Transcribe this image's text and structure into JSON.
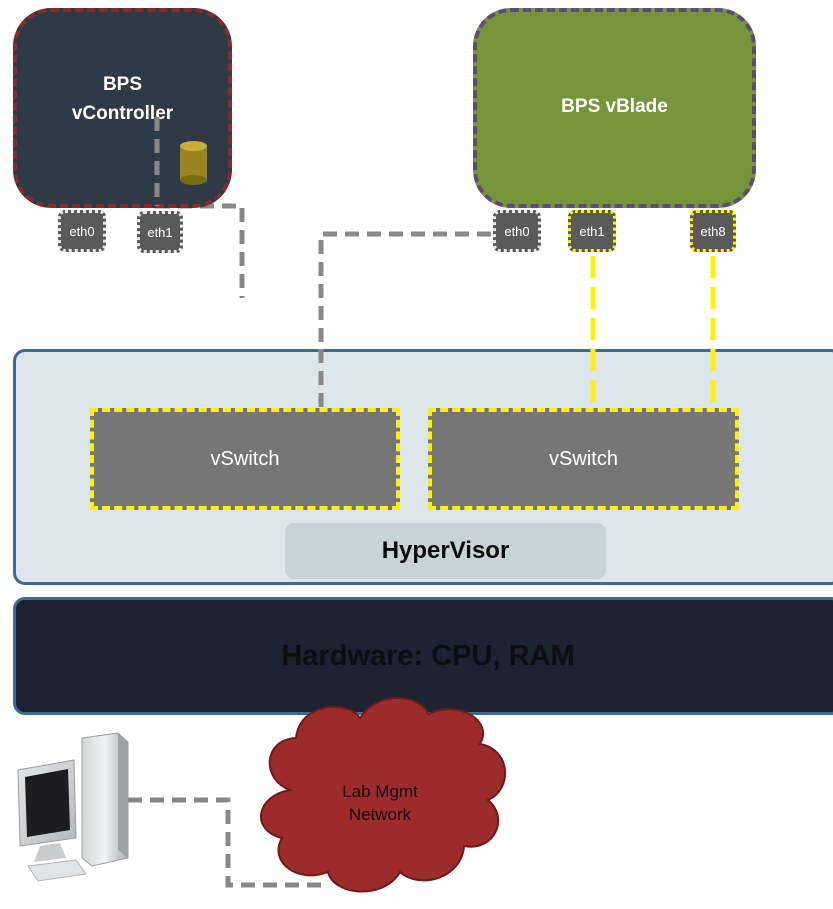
{
  "vcontroller": {
    "title": "BPS\nvController"
  },
  "vblade": {
    "title": "BPS vBlade"
  },
  "ports": {
    "vc_eth0": "eth0",
    "vc_eth1": "eth1",
    "vb_eth0": "eth0",
    "vb_eth1": "eth1",
    "vb_eth8": "eth8"
  },
  "hypervisor": {
    "label": "HyperVisor",
    "vswitches": [
      "vSwitch",
      "vSwitch"
    ]
  },
  "hardware": {
    "label": "Hardware: CPU, RAM"
  },
  "network": {
    "label": "Lab Mgmt\nNetwork"
  },
  "icons": {
    "disk": "database-icon",
    "computer": "desktop-computer-icon",
    "cloud": "cloud-icon"
  },
  "colors": {
    "vcontroller_fill": "#2e3b46",
    "vcontroller_border": "#8b2a2a",
    "vblade_fill": "#76943a",
    "vblade_border": "#5c4a7c",
    "mgmt_link": "#888888",
    "data_link": "#fff200",
    "hypervisor_fill": "#dde6ea",
    "hardware_fill": "#1d2330",
    "cloud_fill": "#9e2b2b"
  }
}
